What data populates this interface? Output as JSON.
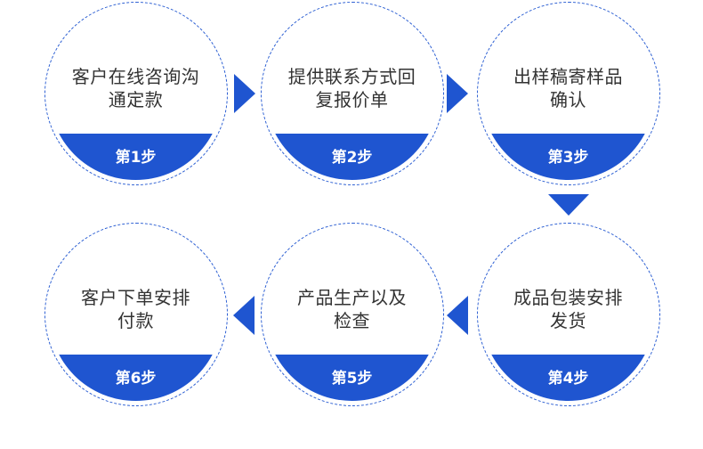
{
  "steps": [
    {
      "line1": "客户在线咨询沟",
      "line2": "通定款",
      "label": "第1步"
    },
    {
      "line1": "提供联系方式回",
      "line2": "复报价单",
      "label": "第2步"
    },
    {
      "line1": "出样稿寄样品",
      "line2": "确认",
      "label": "第3步"
    },
    {
      "line1": "成品包装安排",
      "line2": "发货",
      "label": "第4步"
    },
    {
      "line1": "产品生产以及",
      "line2": "检查",
      "label": "第5步"
    },
    {
      "line1": "客户下单安排",
      "line2": "付款",
      "label": "第6步"
    }
  ],
  "colors": {
    "accent": "#1f55d0",
    "dashed_border": "#2c5fd3",
    "text": "#333333"
  }
}
